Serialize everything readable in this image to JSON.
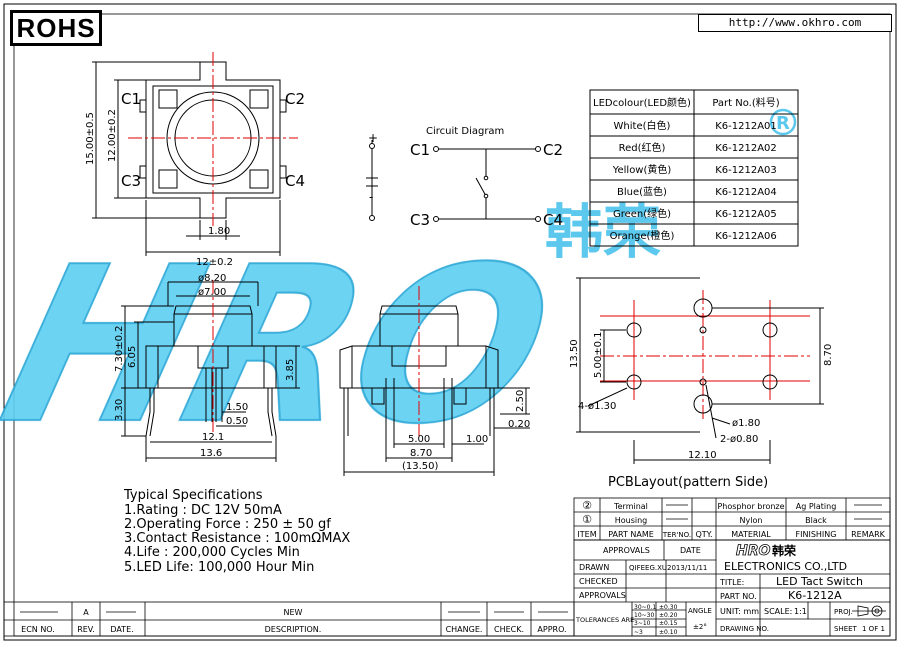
{
  "header": {
    "rohs": "ROHS",
    "url": "http://www.okhro.com"
  },
  "top_view": {
    "corner_labels": [
      "C1",
      "C2",
      "C3",
      "C4"
    ],
    "dim_height_outer": "15.00±0.5",
    "dim_height_inner": "12.00±0.2",
    "dim_pin": "1.80",
    "dim_width": "12±0.2"
  },
  "circuit": {
    "title": "Circuit Diagram",
    "labels": [
      "C1",
      "C2",
      "C3",
      "C4"
    ],
    "led_plus": "+",
    "led_minus": "-"
  },
  "led_table": {
    "headers": [
      "LEDcolour(LED颜色)",
      "Part No.(料号)"
    ],
    "rows": [
      [
        "White(白色)",
        "K6-1212A01"
      ],
      [
        "Red(红色)",
        "K6-1212A02"
      ],
      [
        "Yellow(黄色)",
        "K6-1212A03"
      ],
      [
        "Blue(蓝色)",
        "K6-1212A04"
      ],
      [
        "Green(绿色)",
        "K6-1212A05"
      ],
      [
        "Orange(橙色)",
        "K6-1212A06"
      ]
    ]
  },
  "watermark": {
    "text": "HRO",
    "chinese": "韩荣",
    "registered": "®"
  },
  "front_view": {
    "dim_top1": "ø8.20",
    "dim_top2": "ø7.00",
    "dim_h1": "7.30±0.2",
    "dim_h2": "6.05",
    "dim_h3": "3.85",
    "dim_leg": "3.30",
    "dim_s1": "1.50",
    "dim_s2": "0.50",
    "dim_w1": "12.1",
    "dim_w2": "13.6"
  },
  "side_view": {
    "dim_a": "2.50",
    "dim_b": "0.20",
    "dim_c": "5.00",
    "dim_d": "1.00",
    "dim_e": "8.70",
    "dim_f": "(13.50)"
  },
  "pcb": {
    "dim_h_outer": "13.50",
    "dim_h_inner": "5.00±0.1",
    "dim_right": "8.70",
    "dim_holes_left": "4-ø1.30",
    "dim_hole_c": "ø1.80",
    "dim_holes_small": "2-ø0.80",
    "dim_width": "12.10",
    "caption": "PCBLayout(pattern Side)"
  },
  "specs": {
    "title": "Typical Specifications",
    "lines": [
      "1.Rating : DC 12V 50mA",
      "2.Operating Force : 250 ± 50 gf",
      "3.Contact Resistance : 100mΩMAX",
      "4.Life : 200,000 Cycles Min",
      "5.LED Life: 100,000 Hour Min"
    ]
  },
  "bom": {
    "rows": [
      {
        "item": "②",
        "name": "Terminal",
        "qty": "",
        "material": "Phosphor bronze",
        "finish": "Ag Plating",
        "remark": ""
      },
      {
        "item": "①",
        "name": "Housing",
        "qty": "",
        "material": "Nylon",
        "finish": "Black",
        "remark": ""
      }
    ],
    "headers": {
      "item": "ITEM",
      "name": "PART NAME",
      "qty": "TER'NO.",
      "qty2": "QTY.",
      "material": "MATERIAL",
      "finish": "FINISHING",
      "remark": "REMARK"
    }
  },
  "title_block": {
    "approvals": "APPROVALS",
    "date": "DATE",
    "drawn": "DRAWN",
    "drawn_by": "QIFEEG.XU",
    "drawn_date": "2013/11/11",
    "checked": "CHECKED",
    "approvals2": "APPROVALS",
    "company_logo": "HRO",
    "company_logo_cn": "韩荣",
    "company": "ELECTRONICS CO.,LTD",
    "title_label": "TITLE:",
    "title": "LED Tact Switch",
    "part_label": "PART NO.",
    "part_no": "K6-1212A",
    "tolerances": "TOLERANCES ARE",
    "tol_rows": [
      [
        "30~0.1",
        "±0.30"
      ],
      [
        "10~30",
        "±0.20"
      ],
      [
        "3~10",
        "±0.15"
      ],
      [
        "~3",
        "±0.10"
      ]
    ],
    "angle": "ANGLE",
    "angle_val": "±2°",
    "unit": "UNIT: mm",
    "scale_label": "SCALE:",
    "scale": "1:1",
    "proj": "PROJ.",
    "drawing_no": "DRAWING NO.",
    "sheet_label": "SHEET",
    "sheet": "1 OF 1"
  },
  "revision": {
    "rev": "A",
    "description": "NEW",
    "headers": [
      "ECN NO.",
      "REV.",
      "DATE.",
      "DESCRIPTION.",
      "CHANGE.",
      "CHECK.",
      "APPRO."
    ]
  }
}
